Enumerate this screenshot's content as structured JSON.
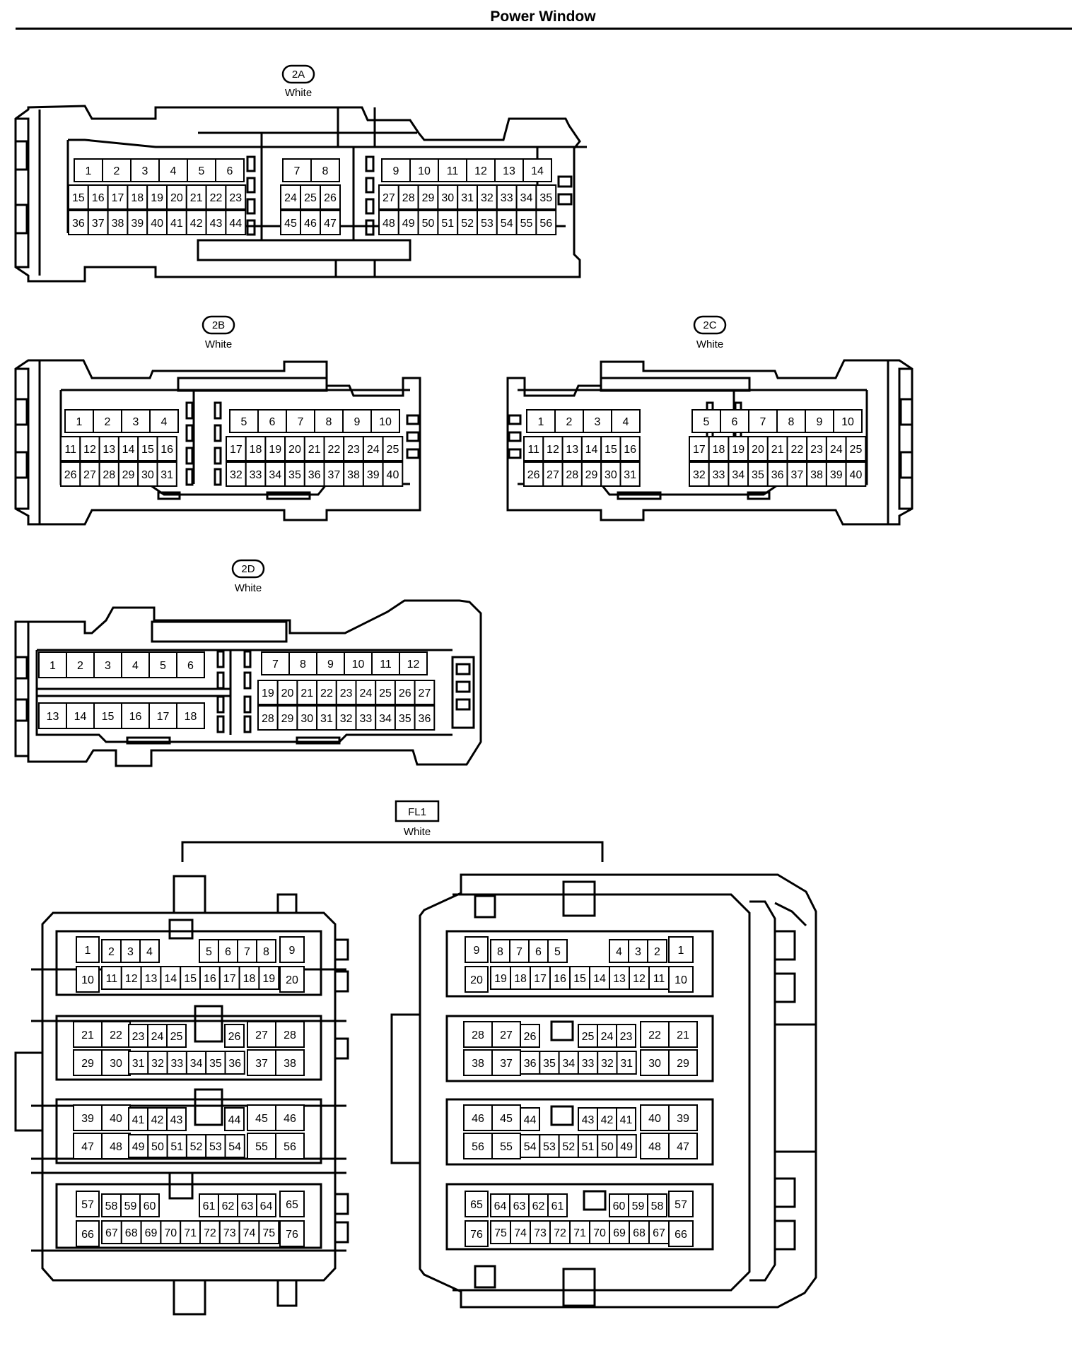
{
  "title": "Power Window",
  "connectors": {
    "2A": {
      "id": "2A",
      "color": "White"
    },
    "2B": {
      "id": "2B",
      "color": "White"
    },
    "2C": {
      "id": "2C",
      "color": "White"
    },
    "2D": {
      "id": "2D",
      "color": "White"
    },
    "FL1": {
      "id": "FL1",
      "color": "White"
    }
  }
}
